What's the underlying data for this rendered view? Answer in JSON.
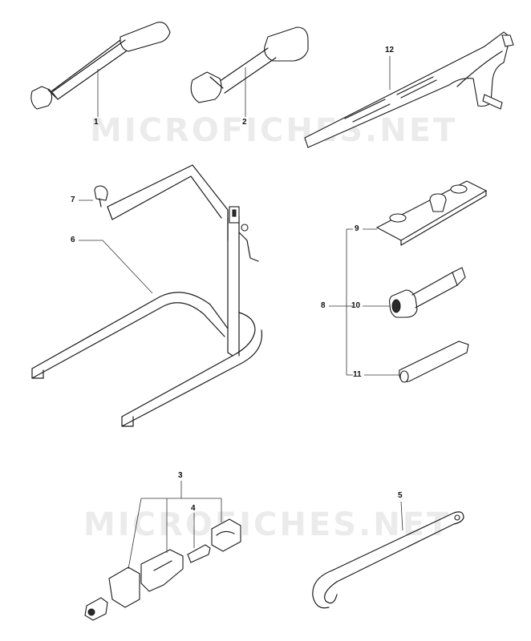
{
  "watermarks": [
    "MICROFICHES.NET",
    "MICROFICHES.NET"
  ],
  "callouts": {
    "c1": "1",
    "c2": "2",
    "c3": "3",
    "c4": "4",
    "c5": "5",
    "c6": "6",
    "c7": "7",
    "c8": "8",
    "c9": "9",
    "c10": "10",
    "c11": "11",
    "c12": "12"
  }
}
